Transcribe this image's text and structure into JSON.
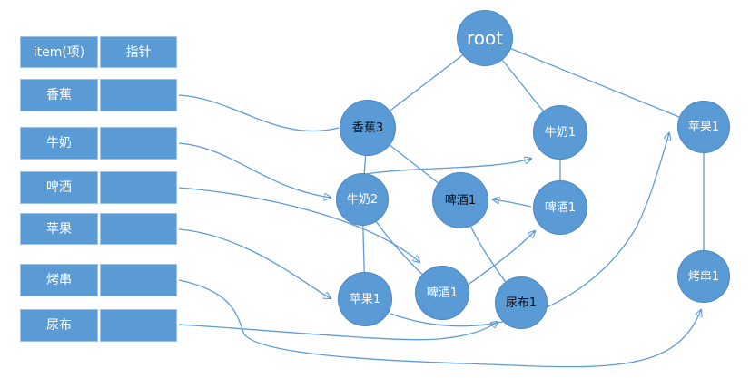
{
  "header_table": {
    "columns": [
      "item(项)",
      "指针"
    ],
    "rows": [
      "香蕉",
      "牛奶",
      "啤酒",
      "苹果",
      "烤串",
      "尿布"
    ]
  },
  "tree": {
    "nodes": [
      {
        "id": "root",
        "label": "root",
        "text_color": "white"
      },
      {
        "id": "banana-3",
        "label": "香蕉3",
        "text_color": "black"
      },
      {
        "id": "milk-1",
        "label": "牛奶1",
        "text_color": "white"
      },
      {
        "id": "apple-1-right",
        "label": "苹果1",
        "text_color": "white"
      },
      {
        "id": "milk-2",
        "label": "牛奶2",
        "text_color": "white"
      },
      {
        "id": "beer-1-middle",
        "label": "啤酒1",
        "text_color": "black"
      },
      {
        "id": "beer-1-right",
        "label": "啤酒1",
        "text_color": "white"
      },
      {
        "id": "apple-1-bottom",
        "label": "苹果1",
        "text_color": "white"
      },
      {
        "id": "beer-1-bottom",
        "label": "啤酒1",
        "text_color": "white"
      },
      {
        "id": "diaper-1",
        "label": "尿布1",
        "text_color": "black"
      },
      {
        "id": "kebab-1",
        "label": "烤串1",
        "text_color": "white"
      }
    ],
    "edges": [
      {
        "from": "root",
        "to": "banana-3"
      },
      {
        "from": "root",
        "to": "milk-1"
      },
      {
        "from": "root",
        "to": "apple-1-right"
      },
      {
        "from": "banana-3",
        "to": "milk-2"
      },
      {
        "from": "banana-3",
        "to": "beer-1-middle"
      },
      {
        "from": "milk-2",
        "to": "apple-1-bottom"
      },
      {
        "from": "milk-2",
        "to": "beer-1-bottom"
      },
      {
        "from": "milk-1",
        "to": "beer-1-right"
      },
      {
        "from": "beer-1-middle",
        "to": "diaper-1"
      },
      {
        "from": "apple-1-right",
        "to": "kebab-1"
      }
    ],
    "pointer_links": [
      {
        "from": "header-香蕉",
        "to": "banana-3",
        "arrow": false
      },
      {
        "from": "header-牛奶",
        "to": "milk-2",
        "arrow": true
      },
      {
        "from": "milk-2",
        "to": "milk-1",
        "arrow": true
      },
      {
        "from": "header-啤酒",
        "to": "beer-1-bottom",
        "arrow": true
      },
      {
        "from": "beer-1-bottom",
        "to": "beer-1-right",
        "arrow": true
      },
      {
        "from": "beer-1-right",
        "to": "beer-1-middle",
        "arrow": true
      },
      {
        "from": "header-苹果",
        "to": "apple-1-bottom",
        "arrow": true
      },
      {
        "from": "apple-1-bottom",
        "to": "apple-1-right",
        "arrow": true
      },
      {
        "from": "header-烤串",
        "to": "kebab-1",
        "arrow": true
      },
      {
        "from": "header-尿布",
        "to": "diaper-1",
        "arrow": true
      }
    ]
  },
  "colors": {
    "node_fill": "#5B9BD5",
    "node_border": "#4a86c5",
    "connector": "#5d9cd8",
    "table_fill": "#5B9BD5",
    "table_border": "#9cc3e8",
    "text_light": "#ffffff",
    "text_dark": "#0b0b0b"
  }
}
